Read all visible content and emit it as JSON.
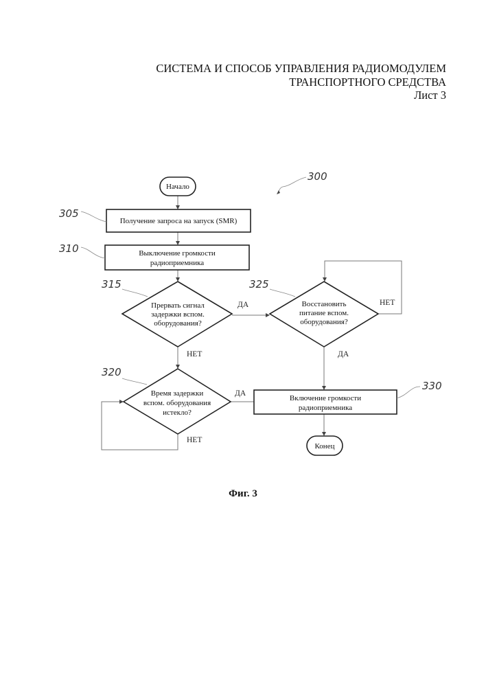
{
  "header": {
    "title_line1": "СИСТЕМА И СПОСОБ УПРАВЛЕНИЯ РАДИОМОДУЛЕМ",
    "title_line2": "ТРАНСПОРТНОГО СРЕДСТВА",
    "sheet": "Лист 3"
  },
  "diagram": {
    "ref": "300",
    "start": "Начало",
    "end": "Конец",
    "steps": [
      {
        "ref": "305",
        "lines": [
          "Получение запроса на запуск (SMR)"
        ]
      },
      {
        "ref": "310",
        "lines": [
          "Выключение громкости",
          "радиоприемника"
        ]
      },
      {
        "ref": "315",
        "lines": [
          "Прервать сигнал",
          "задержки вспом.",
          "оборудования?"
        ]
      },
      {
        "ref": "320",
        "lines": [
          "Время задержки",
          "вспом. оборудования",
          "истекло?"
        ]
      },
      {
        "ref": "325",
        "lines": [
          "Восстановить",
          "питание вспом.",
          "оборудования?"
        ]
      },
      {
        "ref": "330",
        "lines": [
          "Включение громкости",
          "радиоприемника"
        ]
      }
    ],
    "yes": "ДА",
    "no": "НЕТ"
  },
  "caption": "Фиг. 3"
}
